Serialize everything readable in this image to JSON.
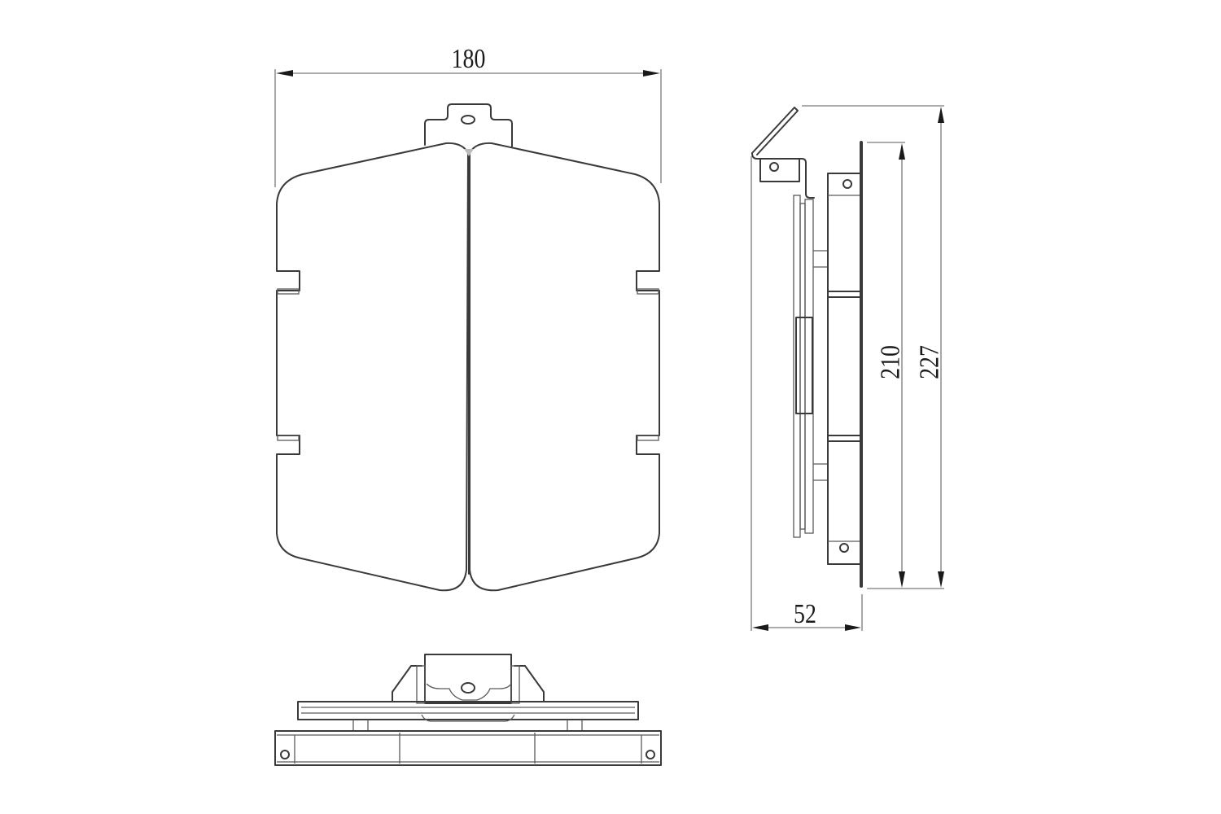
{
  "drawing": {
    "type": "technical-drawing",
    "views": [
      {
        "name": "front-view",
        "description": "two-panel hinged plate with top mounting tab"
      },
      {
        "name": "side-view",
        "description": "profile with angled top tab and mounting brackets"
      },
      {
        "name": "bottom-view",
        "description": "plan view showing rails and mounting holes"
      }
    ],
    "dimensions": {
      "width": {
        "label": "180",
        "view": "front-view",
        "orientation": "horizontal"
      },
      "inner_height": {
        "label": "210",
        "view": "side-view",
        "orientation": "vertical"
      },
      "total_height": {
        "label": "227",
        "view": "side-view",
        "orientation": "vertical"
      },
      "depth": {
        "label": "52",
        "view": "side-view",
        "orientation": "horizontal"
      }
    },
    "colors": {
      "line": "#3a3a3a",
      "dimension_line": "#7a7a7a",
      "background": "#ffffff"
    }
  }
}
